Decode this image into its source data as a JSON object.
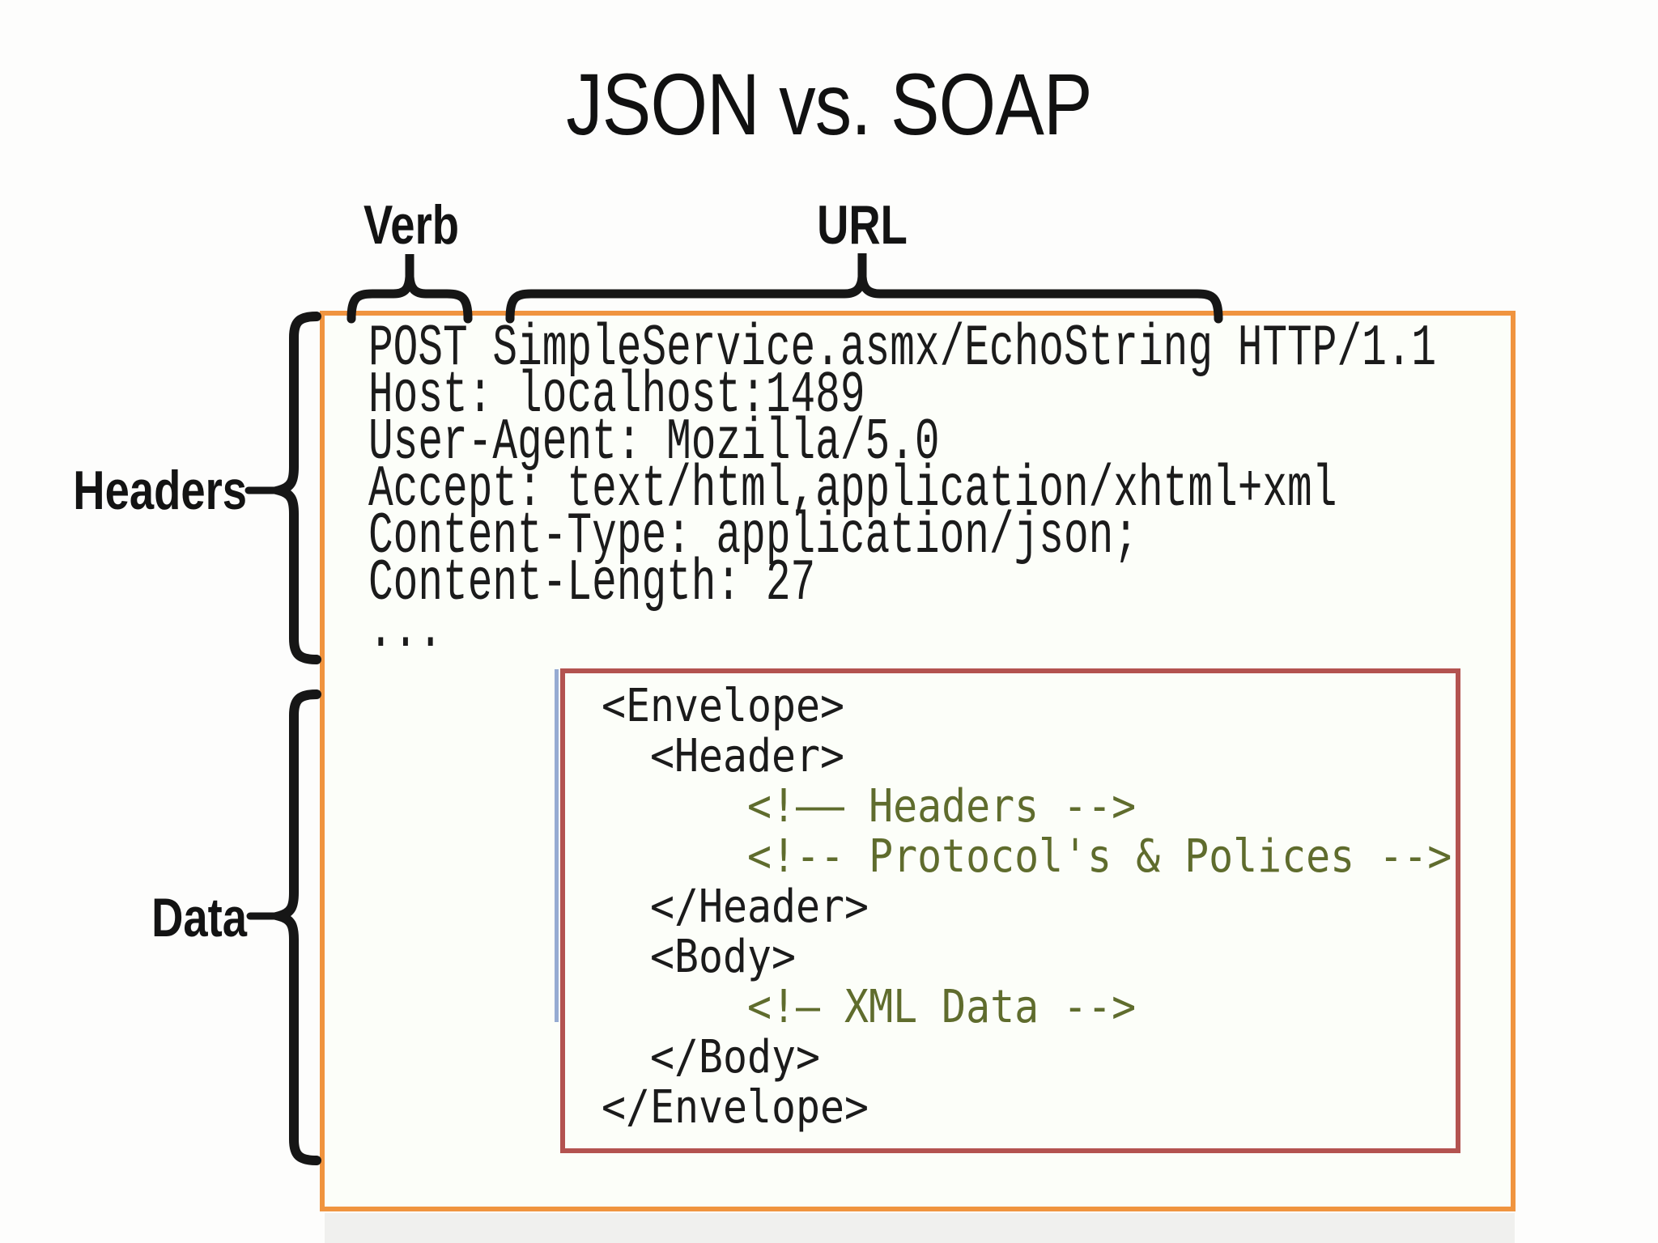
{
  "title": "JSON vs. SOAP",
  "labels": {
    "verb": "Verb",
    "url": "URL",
    "headers": "Headers",
    "data": "Data"
  },
  "http_request": {
    "lines": [
      "POST SimpleService.asmx/EchoString HTTP/1.1",
      "Host: localhost:1489",
      "User-Agent: Mozilla/5.0",
      "Accept: text/html,application/xhtml+xml",
      "Content-Type: application/json;",
      "Content-Length: 27",
      "..."
    ]
  },
  "soap_envelope": {
    "lines": [
      {
        "text": "<Envelope>",
        "type": "tag"
      },
      {
        "text": "  <Header>",
        "type": "tag"
      },
      {
        "text": "      <!–– Headers -->",
        "type": "comment"
      },
      {
        "text": "      <!-- Protocol's & Polices -->",
        "type": "comment"
      },
      {
        "text": "  </Header>",
        "type": "tag"
      },
      {
        "text": "  <Body>",
        "type": "tag"
      },
      {
        "text": "      <!– XML Data -->",
        "type": "comment"
      },
      {
        "text": "  </Body>",
        "type": "tag"
      },
      {
        "text": "</Envelope>",
        "type": "tag"
      }
    ]
  },
  "colors": {
    "orange_border": "#F0943F",
    "red_border": "#B35350",
    "comment_green": "#5F6C2D",
    "text_black": "#1B1B1B",
    "accent_blue": "#96ABD2",
    "background": "#FDFDFC"
  }
}
